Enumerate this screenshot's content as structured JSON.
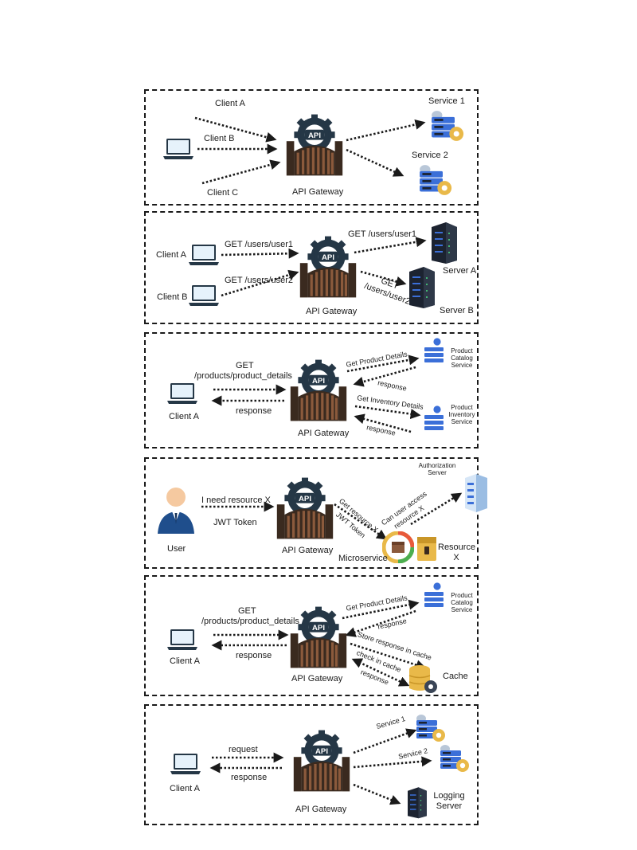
{
  "colors": {
    "gear": "#253746",
    "gate": "#3a2a1f",
    "gate_bar": "#8b5a3c",
    "laptop_screen": "#e6f2fb",
    "server_blue": "#3b6fd8",
    "rack_dark": "#1c2330",
    "user_blue": "#1f4e8c",
    "cache_gold": "#e9b949",
    "border": "#1a1a1a"
  },
  "panel1": {
    "client_a": "Client A",
    "client_b": "Client B",
    "client_c": "Client C",
    "service1": "Service 1",
    "service2": "Service 2",
    "gateway": "API Gateway"
  },
  "panel2": {
    "client_a": "Client A",
    "client_b": "Client B",
    "req1": "GET  /users/user1",
    "req2": "GET  /users/user2",
    "route1": "GET  /users/user1",
    "route2_line1": "GET",
    "route2_line2": "/users/user2",
    "server_a": "Server A",
    "server_b": "Server B",
    "gateway": "API Gateway"
  },
  "panel3": {
    "req_line1": "GET",
    "req_line2": "/products/product_details",
    "response": "response",
    "client": "Client A",
    "gateway": "API Gateway",
    "get_product": "Get Product Details",
    "response_top": "response",
    "get_inventory": "Get Inventory Details",
    "response_bottom": "response",
    "svc1_line1": "Product",
    "svc1_line2": "Catalog",
    "svc1_line3": "Service",
    "svc2_line1": "Product",
    "svc2_line2": "Inventory",
    "svc2_line3": "Service"
  },
  "panel4": {
    "need": "I need resource X",
    "jwt": "JWT Token",
    "user": "User",
    "gateway": "API Gateway",
    "get_res": "Get resource X",
    "jwt_token": "JWT Token",
    "can_access_1": "Can user access",
    "can_access_2": "resource X",
    "auth_1": "Authorization",
    "auth_2": "Server",
    "microservice": "Microservice",
    "res_1": "Resource",
    "res_2": "X"
  },
  "panel5": {
    "req_line1": "GET",
    "req_line2": "/products/product_details",
    "response": "response",
    "client": "Client A",
    "gateway": "API Gateway",
    "get_product": "Get Product Details",
    "response_top": "response",
    "store": "Store response in cache",
    "check": "check in cache",
    "response_cache": "response",
    "cache": "Cache",
    "svc_line1": "Product",
    "svc_line2": "Catalog",
    "svc_line3": "Service"
  },
  "panel6": {
    "request": "request",
    "response": "response",
    "client": "Client A",
    "gateway": "API Gateway",
    "service1": "Service 1",
    "service2": "Service 2",
    "logging_1": "Logging",
    "logging_2": "Server"
  }
}
